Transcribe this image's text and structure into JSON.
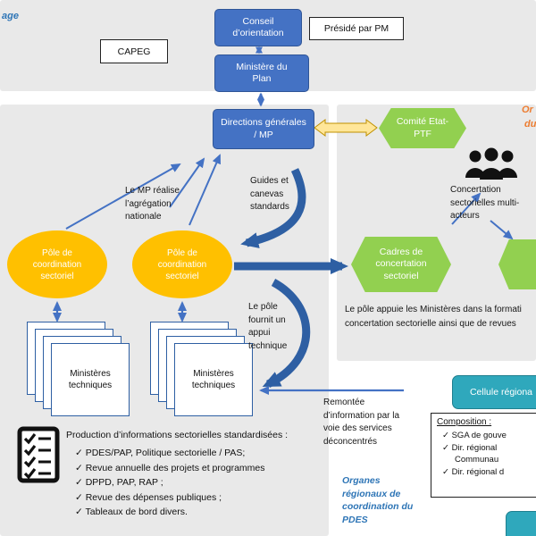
{
  "colors": {
    "panel_gray": "#e9e9e9",
    "blue_box": "#4472c4",
    "blue_box_border": "#2f5597",
    "arrow_blue": "#4472c4",
    "arrow_dark_blue": "#2e5fa3",
    "green_hexagon": "#92d050",
    "orange_ellipse": "#ffc000",
    "teal_box": "#2fa8bc",
    "yellow_arrow_fill": "#ffe699",
    "yellow_arrow_stroke": "#bf9000",
    "blue_text": "#2e75b6",
    "orange_text": "#ed7d31"
  },
  "top": {
    "pilotage_fragment": "age",
    "capeg_label": "CAPEG",
    "conseil_label": "Conseil d’orientation",
    "preside_label": "Présidé par PM",
    "ministere_label": "Ministère du Plan"
  },
  "main": {
    "directions_label": "Directions générales / MP",
    "mp_realise_note": "Le MP réalise l’agrégation nationale",
    "guides_note": "Guides et canevas standards",
    "pole1_label": "Pôle de coordination sectoriel",
    "pole2_label": "Pôle de coordination sectoriel",
    "ministeres1_label": "Ministères techniques",
    "ministeres2_label": "Ministères techniques",
    "pole_fournit_note": "Le pôle fournit un appui technique",
    "production_title": "Production d’informations sectorielles standardisées :",
    "production_items": [
      "✓ PDES/PAP, Politique sectorielle / PAS;",
      "✓ Revue annuelle des projets et programmes",
      "✓ DPPD, PAP, RAP ;",
      "✓ Revue des dépenses publiques ;",
      "✓ Tableaux de bord divers."
    ]
  },
  "right": {
    "organes_fragment_line1": "Or",
    "organes_fragment_line2": "du",
    "comite_label": "Comité Etat-PTF",
    "concertation_note": "Concertation sectorielles multi-acteurs",
    "cadres_label": "Cadres de concertation sectoriel",
    "pole_appuie_line1": "Le pôle appuie les Ministères dans la formati",
    "pole_appuie_line2": "concertation sectorielle ainsi que de revues"
  },
  "bottom_right": {
    "remontee_note": "Remontée d’information par la voie des services déconcentrés",
    "cellule_label": "Cellule régiona",
    "composition_title": "Composition :",
    "composition_items": [
      "✓ SGA de gouve",
      "✓ Dir.  régional",
      "Communau",
      "✓ Dir. régional d"
    ],
    "organes_regionaux_note": "Organes régionaux de coordination du PDES"
  }
}
